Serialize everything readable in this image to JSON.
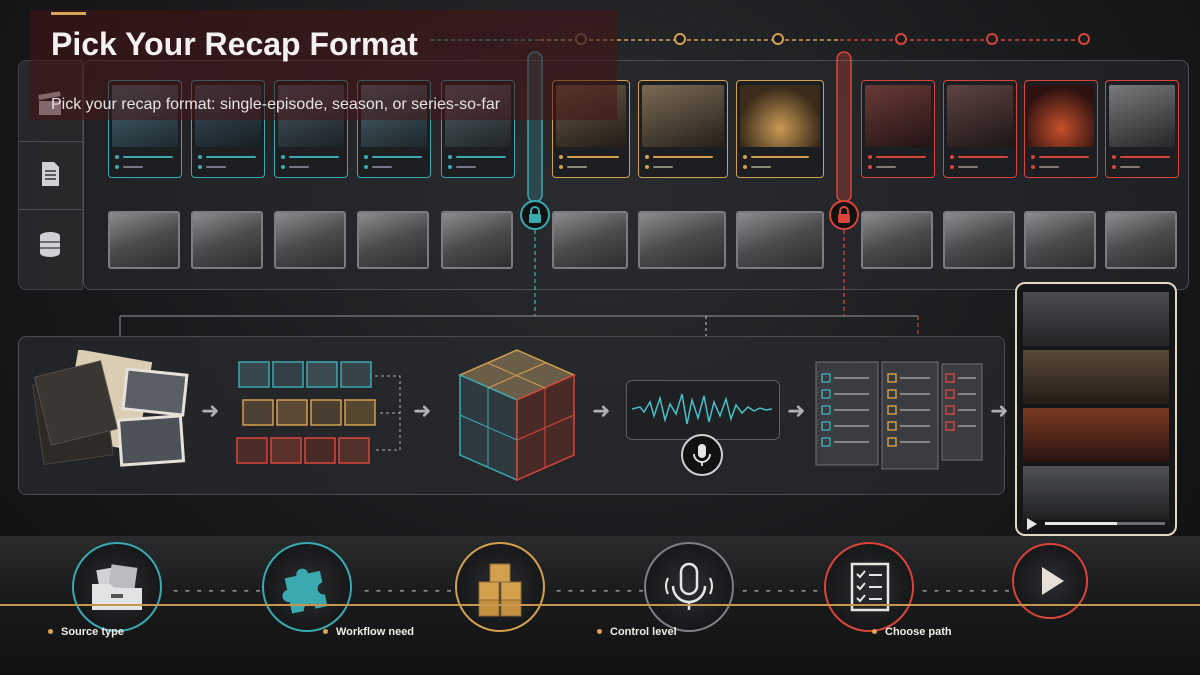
{
  "title": "Pick Your Recap Format",
  "subtitle": "Pick your recap format: single-episode, season, or series-so-far",
  "steps": [
    {
      "label": "Source type"
    },
    {
      "label": "Workflow need"
    },
    {
      "label": "Control level"
    },
    {
      "label": "Choose path"
    }
  ],
  "icons": {
    "rail": [
      "clapperboard-icon",
      "document-icon",
      "database-icon"
    ],
    "lock": "lock-icon",
    "microphone": "microphone-icon",
    "bottom": [
      "folder-images-icon",
      "puzzle-piece-icon",
      "boxes-icon",
      "microphone-icon",
      "checklist-icon",
      "play-icon"
    ]
  },
  "colors": {
    "teal": "#3aa9b0",
    "gold": "#d3a04e",
    "red": "#d9453b",
    "accent": "#c79552"
  }
}
